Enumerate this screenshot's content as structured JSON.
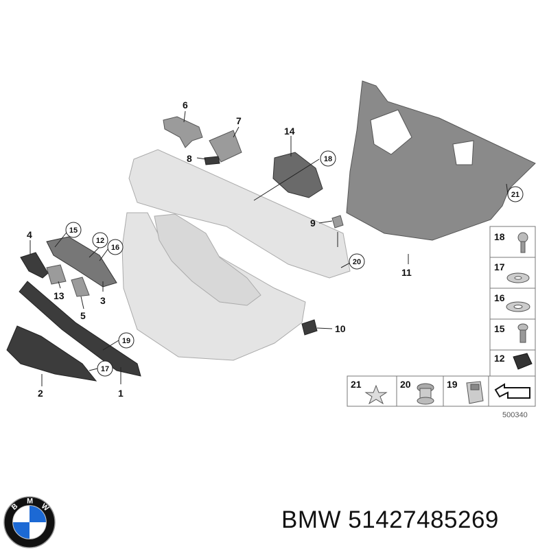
{
  "diagram": {
    "callouts": [
      "1",
      "2",
      "3",
      "4",
      "5",
      "6",
      "7",
      "8",
      "9",
      "10",
      "11",
      "12",
      "13",
      "14",
      "15",
      "16",
      "17",
      "18",
      "19",
      "20",
      "21"
    ],
    "legend_items": [
      "18",
      "17",
      "16",
      "15",
      "12"
    ],
    "bottom_items": [
      "21",
      "20",
      "19"
    ],
    "drawing_number": "500340"
  },
  "caption": {
    "brand": "BMW",
    "part_number": "51427485269"
  },
  "logo": {
    "letters": "BMW",
    "colors": {
      "blue": "#1c69d4",
      "ring": "#111111",
      "white": "#ffffff"
    }
  }
}
